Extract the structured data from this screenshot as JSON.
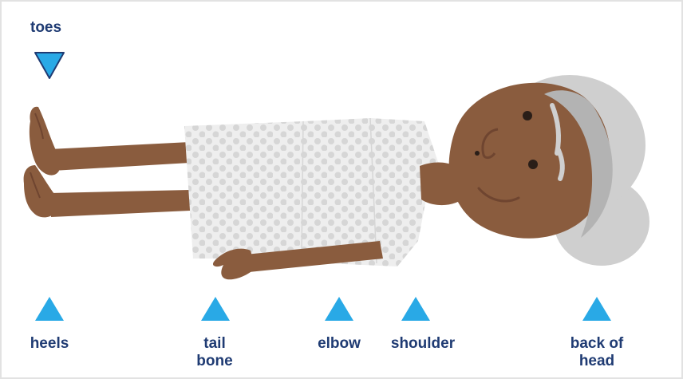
{
  "colors": {
    "label_text": "#1f3b73",
    "marker_fill": "#29a9e6",
    "marker_stroke": "#1f3b73",
    "skin": "#8a5c3e",
    "skin_shadow": "#6f4530",
    "gown": "#eeeeee",
    "gown_dots": "#d6d6d6",
    "hair": "#cfcfcf",
    "hair_dark": "#b3b3b3"
  },
  "labels": {
    "toes": "toes",
    "heels": "heels",
    "tail": "tail",
    "bone": "bone",
    "elbow": "elbow",
    "shoulder": "shoulder",
    "back_of": "back of",
    "head": "head"
  },
  "icons": {
    "marker_down": "triangle-down-icon",
    "marker_up": "triangle-up-icon"
  }
}
